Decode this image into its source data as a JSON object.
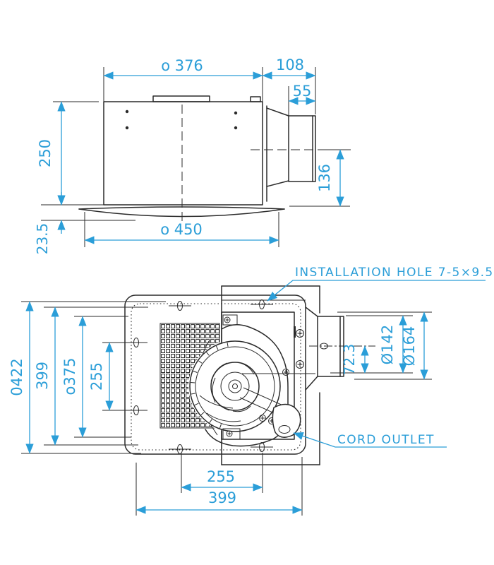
{
  "colors": {
    "dimension": "#2b9ed8",
    "line": "#2a2a2a",
    "background": "#ffffff"
  },
  "side_view": {
    "dims": {
      "body_width": "o 376",
      "duct_length": "108",
      "pipe_length": "55",
      "body_height": "250",
      "panel_thickness": "23.5",
      "panel_width": "o 450",
      "duct_height": "136"
    }
  },
  "plan_view": {
    "dims": {
      "panel_diameter": "0422",
      "body_height": "399",
      "inner_diameter": "o375",
      "hole_pitch_vertical": "255",
      "duct_offset": "72.3",
      "duct_inner_diameter": "Ø142",
      "duct_outer_diameter": "Ø164",
      "hole_pitch_horizontal": "255",
      "body_width": "399"
    },
    "labels": {
      "installation_hole": "INSTALLATION HOLE 7-5×9.5",
      "cord_outlet": "CORD OUTLET"
    }
  }
}
